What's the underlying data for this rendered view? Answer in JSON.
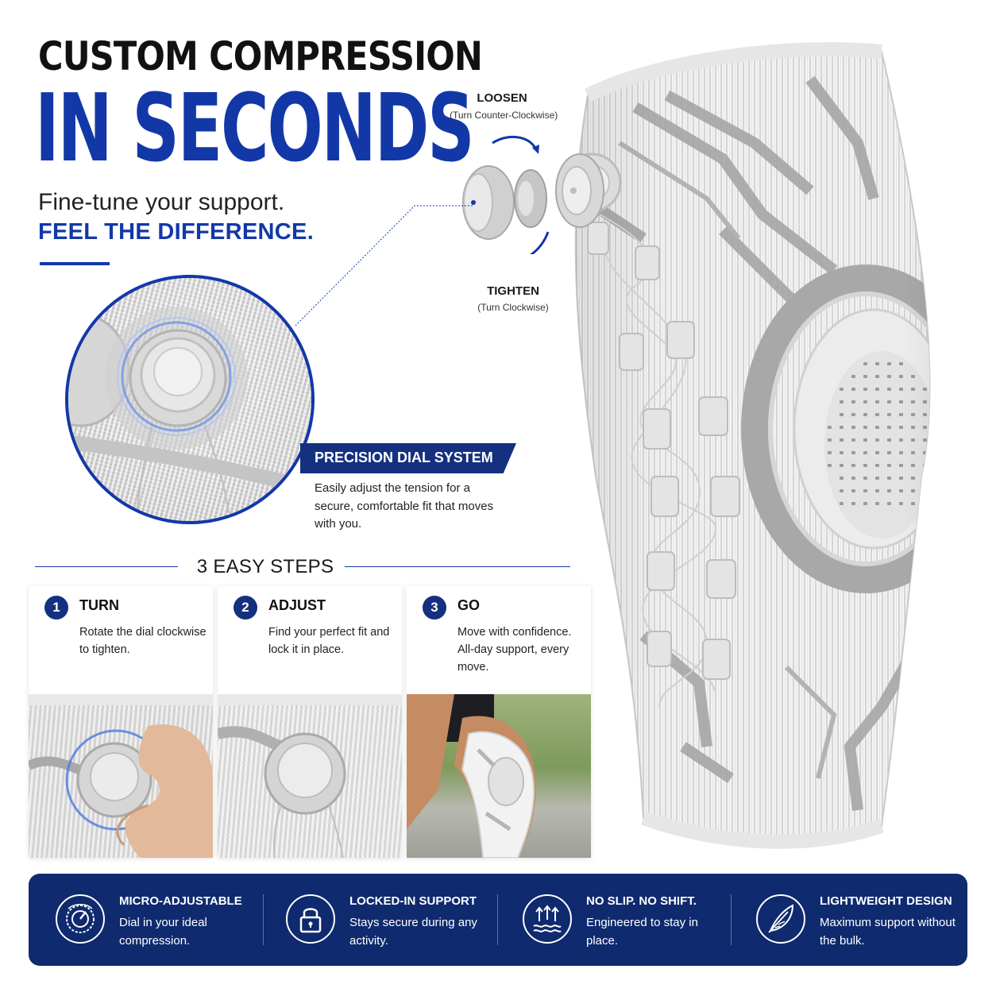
{
  "headline": {
    "line1": "CUSTOM COMPRESSION",
    "line2": "IN SECONDS",
    "sub1": "Fine-tune your support.",
    "sub2": "FEEL THE DIFFERENCE."
  },
  "dial": {
    "loosen_label": "LOOSEN",
    "loosen_hint": "(Turn Counter-Clockwise)",
    "tighten_label": "TIGHTEN",
    "tighten_hint": "(Turn Clockwise)"
  },
  "precision": {
    "title": "PRECISION DIAL SYSTEM",
    "description": "Easily adjust the tension for a secure, comfortable fit that moves with you."
  },
  "steps": {
    "title": "3 EASY STEPS",
    "items": [
      {
        "number": "1",
        "title": "TURN",
        "description": "Rotate the dial clockwise to tighten."
      },
      {
        "number": "2",
        "title": "ADJUST",
        "description": "Find your perfect fit and lock it in place."
      },
      {
        "number": "3",
        "title": "GO",
        "description": "Move with confidence. All-day support, every move."
      }
    ]
  },
  "features": [
    {
      "icon": "gauge-icon",
      "title": "MICRO-ADJUSTABLE",
      "description": "Dial in your ideal compression."
    },
    {
      "icon": "lock-icon",
      "title": "LOCKED-IN SUPPORT",
      "description": "Stays secure during any activity."
    },
    {
      "icon": "arrows-up-waves-icon",
      "title": "NO SLIP. NO SHIFT.",
      "description": "Engineered to stay in place."
    },
    {
      "icon": "feather-icon",
      "title": "LIGHTWEIGHT DESIGN",
      "description": "Maximum support without the bulk."
    }
  ],
  "colors": {
    "brand_blue": "#1238a8",
    "navy": "#0f2a6e",
    "banner_blue": "#15307f",
    "sleeve_gray": "#9a9a9a"
  }
}
